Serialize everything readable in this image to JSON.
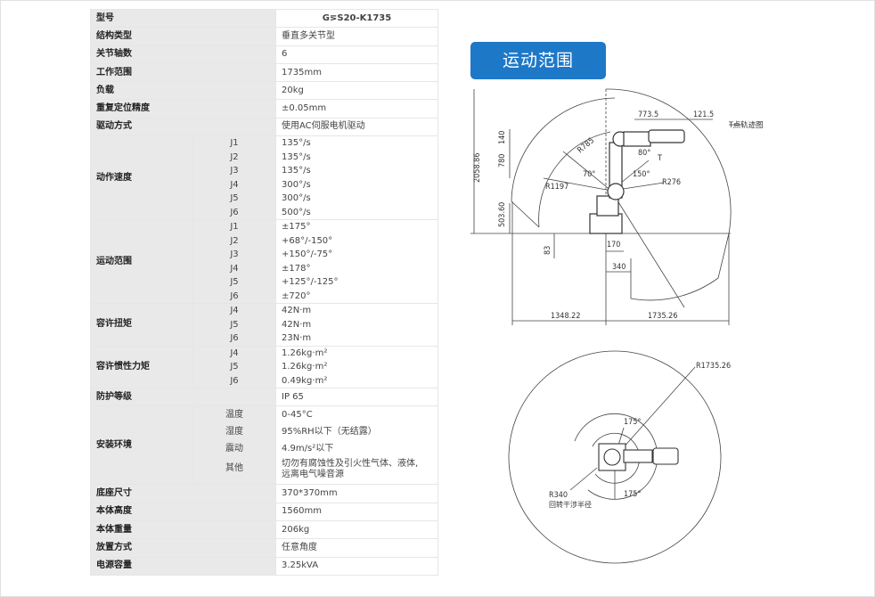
{
  "spec": {
    "model": {
      "label": "型号",
      "value": "G⋝S20-K1735"
    },
    "structure": {
      "label": "结构类型",
      "value": "垂直多关节型"
    },
    "axes": {
      "label": "关节轴数",
      "value": "6"
    },
    "work_range": {
      "label": "工作范围",
      "value": "1735mm"
    },
    "payload": {
      "label": "负载",
      "value": "20kg"
    },
    "repeatability": {
      "label": "重复定位精度",
      "value": "±0.05mm"
    },
    "drive": {
      "label": "驱动方式",
      "value": "使用AC伺服电机驱动"
    },
    "speed": {
      "label": "动作速度",
      "rows": [
        {
          "j": "J1",
          "v": "135°/s"
        },
        {
          "j": "J2",
          "v": "135°/s"
        },
        {
          "j": "J3",
          "v": "135°/s"
        },
        {
          "j": "J4",
          "v": "300°/s"
        },
        {
          "j": "J5",
          "v": "300°/s"
        },
        {
          "j": "J6",
          "v": "500°/s"
        }
      ]
    },
    "motion_range": {
      "label": "运动范围",
      "rows": [
        {
          "j": "J1",
          "v": "±175°"
        },
        {
          "j": "J2",
          "v": "+68°/-150°"
        },
        {
          "j": "J3",
          "v": "+150°/-75°"
        },
        {
          "j": "J4",
          "v": "±178°"
        },
        {
          "j": "J5",
          "v": "+125°/-125°"
        },
        {
          "j": "J6",
          "v": "±720°"
        }
      ]
    },
    "torque": {
      "label": "容许扭矩",
      "rows": [
        {
          "j": "J4",
          "v": "42N·m"
        },
        {
          "j": "J5",
          "v": "42N·m"
        },
        {
          "j": "J6",
          "v": "23N·m"
        }
      ]
    },
    "inertia": {
      "label": "容许惯性力矩",
      "rows": [
        {
          "j": "J4",
          "v": "1.26kg·m²"
        },
        {
          "j": "J5",
          "v": "1.26kg·m²"
        },
        {
          "j": "J6",
          "v": "0.49kg·m²"
        }
      ]
    },
    "protection": {
      "label": "防护等级",
      "value": "IP 65"
    },
    "environment": {
      "label": "安装环境",
      "rows": [
        {
          "k": "温度",
          "v": "0-45°C"
        },
        {
          "k": "湿度",
          "v": "95%RH以下（无结露）"
        },
        {
          "k": "震动",
          "v": "4.9m/s²以下"
        },
        {
          "k": "其他",
          "v1": "切勿有腐蚀性及引火性气体、液体,",
          "v2": "远离电气噪音源"
        }
      ]
    },
    "base_size": {
      "label": "底座尺寸",
      "value": "370*370mm"
    },
    "height": {
      "label": "本体高度",
      "value": "1560mm"
    },
    "weight": {
      "label": "本体重量",
      "value": "206kg"
    },
    "mounting": {
      "label": "放置方式",
      "value": "任意角度"
    },
    "power": {
      "label": "电源容量",
      "value": "3.25kVA"
    }
  },
  "diagram": {
    "title": "运动范围",
    "side": {
      "dim_773_5": "773.5",
      "dim_121_5": "121.5",
      "t_trace": "T点轨迹图",
      "dim_140": "140",
      "dim_780": "780",
      "dim_2058_86": "2058.86",
      "dim_503_60": "503.60",
      "dim_83": "83",
      "r785": "R785",
      "r1197": "R1197",
      "r276": "R276",
      "a70": "70°",
      "a80": "80°",
      "a150": "150°",
      "t": "T",
      "dim_170": "170",
      "dim_340": "340",
      "dim_1348_22": "1348.22",
      "dim_1735_26": "1735.26"
    },
    "top": {
      "r1735": "R1735.26",
      "a175_top": "175°",
      "a175_bot": "175°",
      "r340": "R340",
      "r340_note": "回转干涉半径"
    }
  }
}
